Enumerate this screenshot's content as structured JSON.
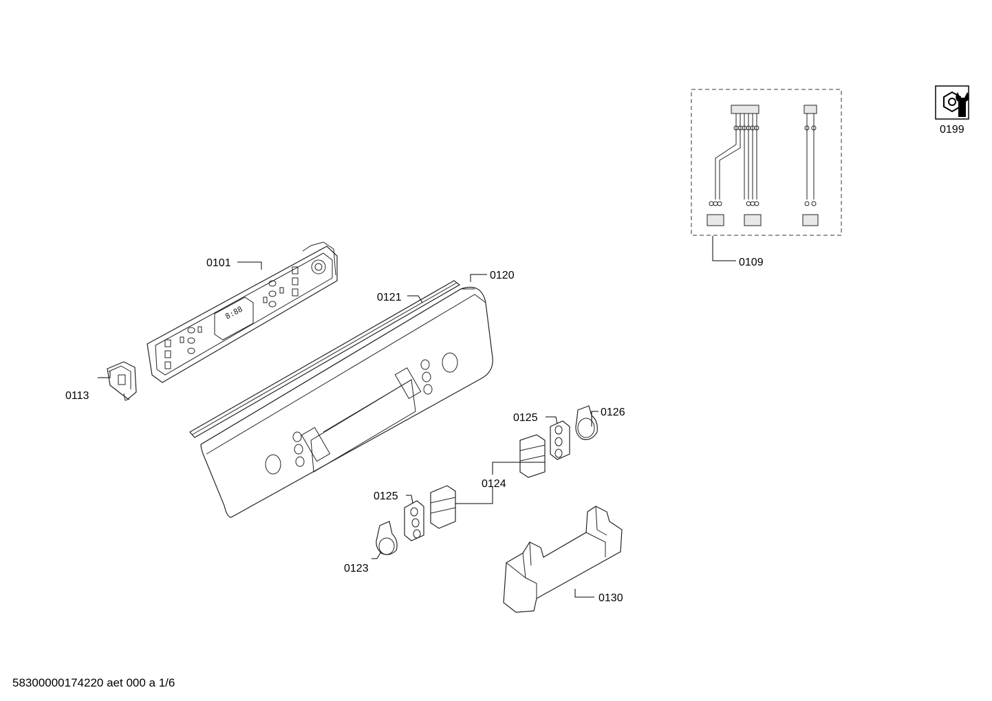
{
  "parts": {
    "p0101": "0101",
    "p0113": "0113",
    "p0121": "0121",
    "p0120": "0120",
    "p0109": "0109",
    "p0199": "0199",
    "p0125a": "0125",
    "p0126": "0126",
    "p0124": "0124",
    "p0125b": "0125",
    "p0123": "0123",
    "p0130": "0130"
  },
  "icons": {
    "service_icon": "wrench-nut-icon"
  },
  "footer": {
    "code": "58300000174220 aet 000 a 1/6"
  }
}
